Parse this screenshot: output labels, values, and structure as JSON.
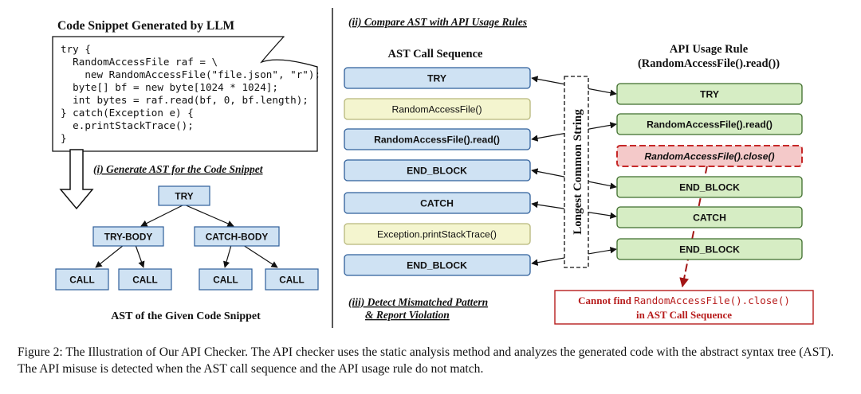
{
  "left_panel": {
    "snippet_title": "Code Snippet Generated by LLM",
    "code_lines": [
      "try {",
      "  RandomAccessFile raf = \\",
      "    new RandomAccessFile(\"file.json\", \"r\");",
      "  byte[] bf = new byte[1024 * 1024];",
      "  int bytes = raf.read(bf, 0, bf.length);",
      "} catch(Exception e) {",
      "  e.printStackTrace();",
      "}"
    ],
    "step1_label": "(i) Generate AST for the Code Snippet",
    "ast": {
      "root": "TRY",
      "try_body": "TRY-BODY",
      "catch_body": "CATCH-BODY",
      "call": "CALL"
    },
    "ast_caption": "AST of the Given Code Snippet"
  },
  "right_panel": {
    "step2_label": "(ii) Compare AST with API Usage Rules",
    "ast_seq_title": "AST Call Sequence",
    "ast_sequence": [
      {
        "label": "TRY",
        "kind": "blue"
      },
      {
        "label": "RandomAccessFile()",
        "kind": "yellow"
      },
      {
        "label": "RandomAccessFile().read()",
        "kind": "blue"
      },
      {
        "label": "END_BLOCK",
        "kind": "blue"
      },
      {
        "label": "CATCH",
        "kind": "blue"
      },
      {
        "label": "Exception.printStackTrace()",
        "kind": "yellow"
      },
      {
        "label": "END_BLOCK",
        "kind": "blue"
      }
    ],
    "lcs_label": "Longest Common String",
    "rule_title_line1": "API Usage Rule",
    "rule_title_line2": "(RandomAccessFile().read())",
    "rule_sequence": [
      {
        "label": "TRY",
        "kind": "green"
      },
      {
        "label": "RandomAccessFile().read()",
        "kind": "green"
      },
      {
        "label": "RandomAccessFile().close()",
        "kind": "red"
      },
      {
        "label": "END_BLOCK",
        "kind": "green"
      },
      {
        "label": "CATCH",
        "kind": "green"
      },
      {
        "label": "END_BLOCK",
        "kind": "green"
      }
    ],
    "step3_line1": "(iii) Detect Mismatched Pattern",
    "step3_line2": "& Report Violation",
    "violation_prefix": "Cannot find ",
    "violation_code": "RandomAccessFile().close()",
    "violation_line2": "in AST Call Sequence"
  },
  "caption": "Figure 2: The Illustration of Our API Checker. The API checker uses the static analysis method and analyzes the generated code with the abstract syntax tree (AST). The API misuse is detected when the AST call sequence and the API usage rule do not match.",
  "colors": {
    "blue_fill": "#cfe2f3",
    "blue_stroke": "#2f5f9a",
    "yellow_fill": "#f4f5cf",
    "yellow_stroke": "#b7b77a",
    "green_fill": "#d6edc4",
    "green_stroke": "#3e6d2c",
    "red_fill": "#f4c9c9",
    "red_stroke": "#c62828",
    "violation_text": "#b71c1c"
  }
}
